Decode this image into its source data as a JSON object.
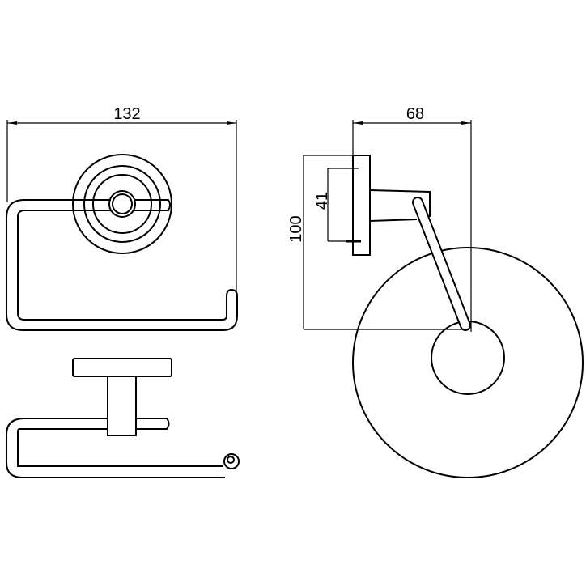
{
  "dimensions": {
    "width_front": "132",
    "depth_side": "68",
    "height_side": "100",
    "mount_height": "41"
  },
  "colors": {
    "line": "#000000",
    "background": "#ffffff"
  }
}
